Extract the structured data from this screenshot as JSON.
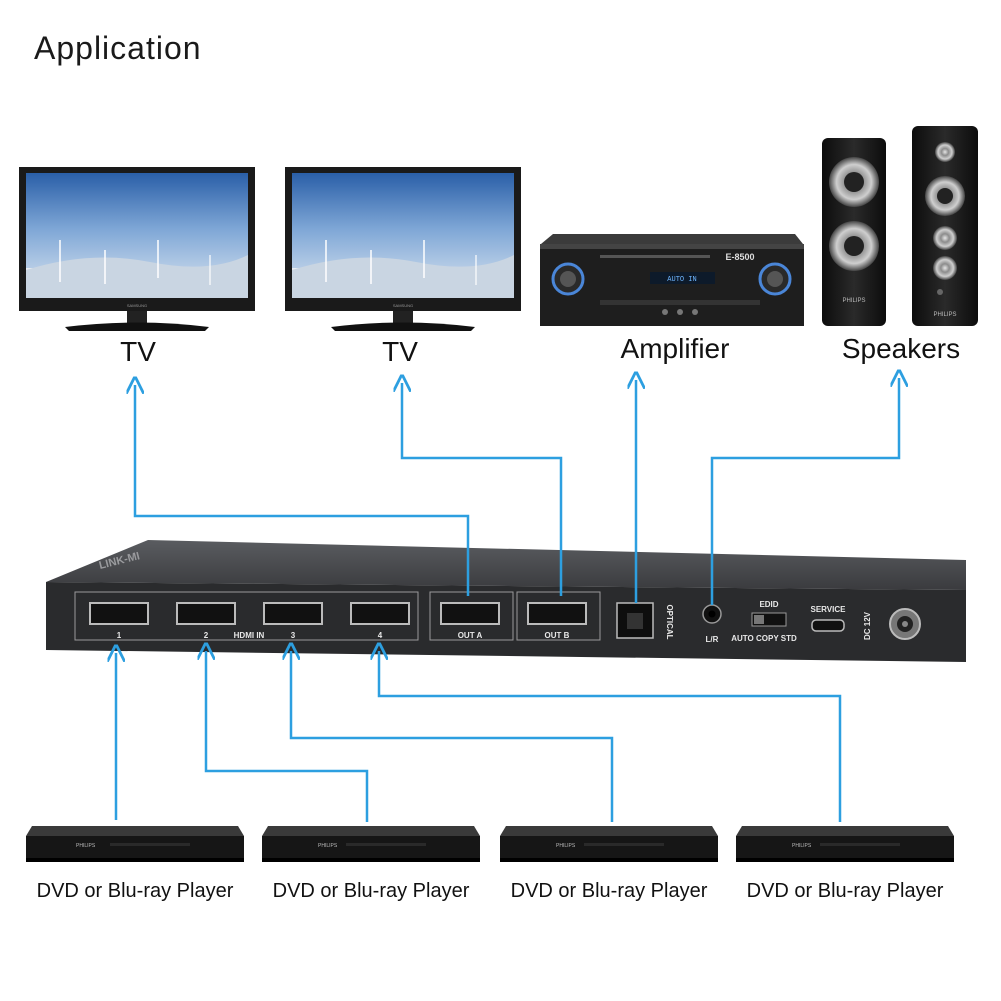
{
  "title": "Application",
  "devices": {
    "tv1": "TV",
    "tv2": "TV",
    "amplifier": "Amplifier",
    "speakers": "Speakers"
  },
  "switch": {
    "brand": "LINK-MI",
    "inputs": [
      "1",
      "2",
      "3",
      "4"
    ],
    "hdmi_in": "HDMI IN",
    "out_a": "OUT A",
    "out_b": "OUT B",
    "optical": "OPTICAL",
    "lr": "L/R",
    "edid": "EDID",
    "edid_modes": "AUTO COPY STD",
    "service": "SERVICE",
    "dc": "DC 12V"
  },
  "tv_brand": "SAMSUNG",
  "amp": {
    "model": "E-8500",
    "display": "AUTO IN"
  },
  "speaker_brand": "PHILIPS",
  "dvd_brand": "PHILIPS",
  "players": [
    "DVD or Blu-ray Player",
    "DVD or Blu-ray Player",
    "DVD or Blu-ray Player",
    "DVD or Blu-ray Player"
  ],
  "colors": {
    "connector": "#2d9fe0",
    "device": "#1c1c1c"
  }
}
